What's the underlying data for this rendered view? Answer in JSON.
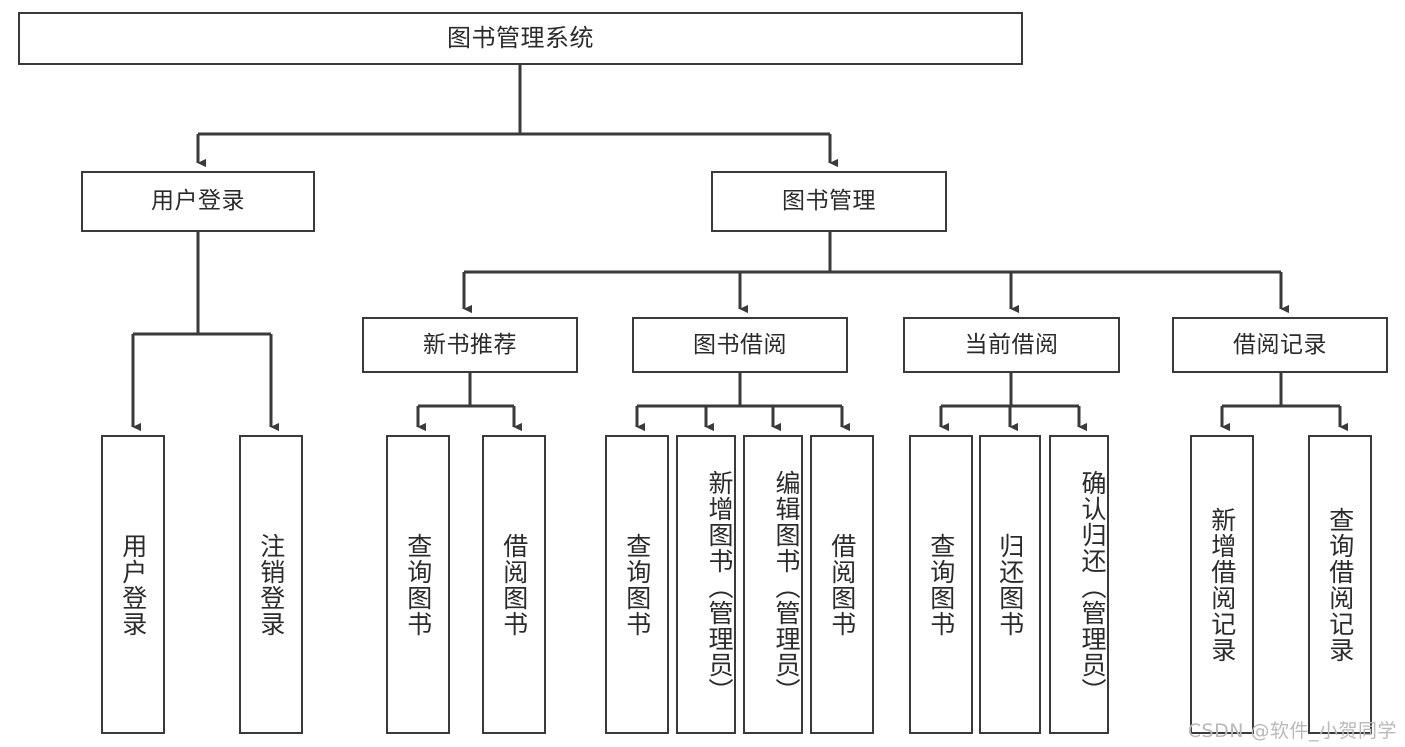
{
  "diagram": {
    "type": "tree",
    "title": "图书管理系统",
    "line_color": "#3a3a3a",
    "box_fill": "#ffffff",
    "text_color": "#2b2b2b",
    "root": {
      "label": "图书管理系统",
      "orientation": "horizontal"
    },
    "level2": [
      {
        "label": "用户登录",
        "orientation": "horizontal"
      },
      {
        "label": "图书管理",
        "orientation": "horizontal"
      }
    ],
    "level3": [
      {
        "label": "新书推荐",
        "orientation": "horizontal"
      },
      {
        "label": "图书借阅",
        "orientation": "horizontal"
      },
      {
        "label": "当前借阅",
        "orientation": "horizontal"
      },
      {
        "label": "借阅记录",
        "orientation": "horizontal"
      }
    ],
    "leaves": {
      "user_login": [
        {
          "label": "用户登录",
          "orientation": "vertical"
        },
        {
          "label": "注销登录",
          "orientation": "vertical"
        }
      ],
      "new_book_recommend": [
        {
          "label": "查询图书",
          "orientation": "vertical"
        },
        {
          "label": "借阅图书",
          "orientation": "vertical"
        }
      ],
      "book_borrow": [
        {
          "label": "查询图书",
          "orientation": "vertical"
        },
        {
          "label": "新增图书（管理员）",
          "orientation": "vertical"
        },
        {
          "label": "编辑图书（管理员）",
          "orientation": "vertical"
        },
        {
          "label": "借阅图书",
          "orientation": "vertical"
        }
      ],
      "current_borrow": [
        {
          "label": "查询图书",
          "orientation": "vertical"
        },
        {
          "label": "归还图书",
          "orientation": "vertical"
        },
        {
          "label": "确认归还（管理员）",
          "orientation": "vertical"
        }
      ],
      "borrow_record": [
        {
          "label": "新增借阅记录",
          "orientation": "vertical"
        },
        {
          "label": "查询借阅记录",
          "orientation": "vertical"
        }
      ]
    }
  },
  "watermark": {
    "text": "CSDN @软件_小贺同学"
  }
}
